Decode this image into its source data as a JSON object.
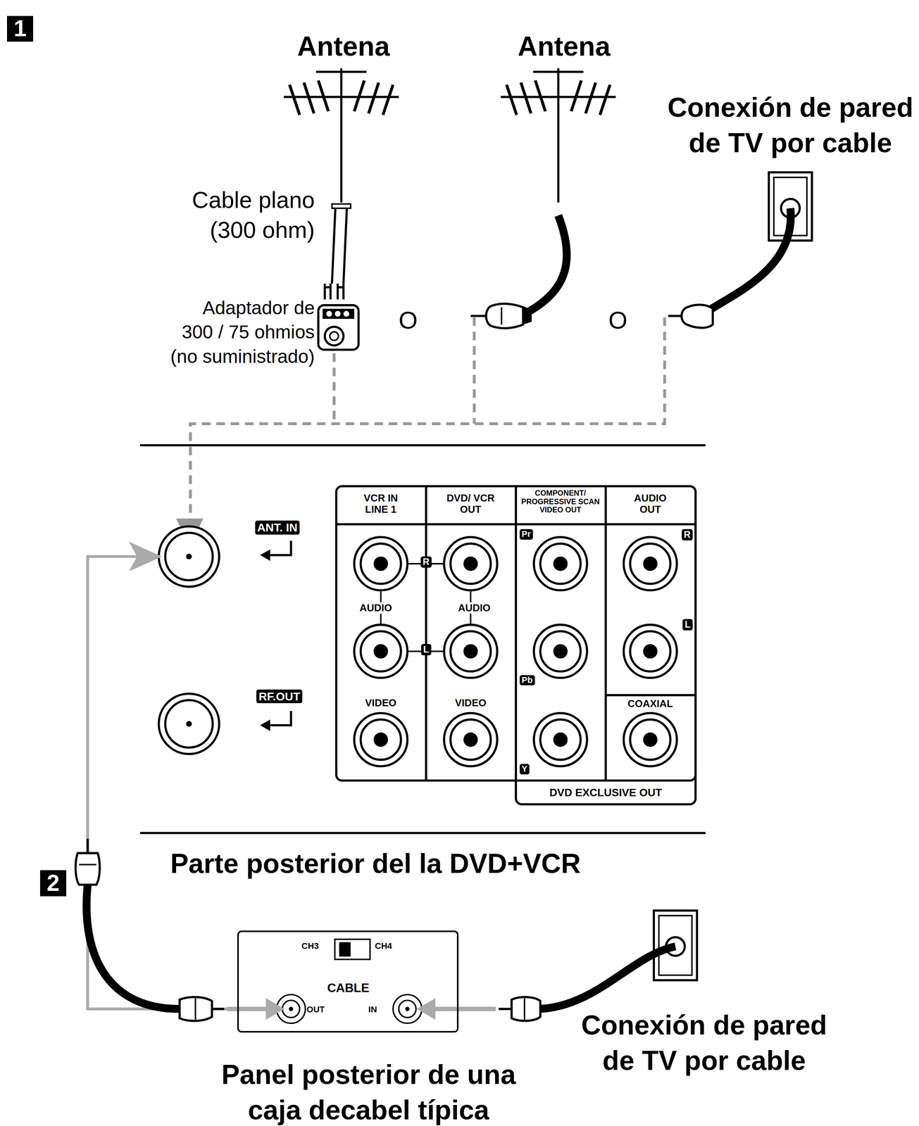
{
  "diagram": {
    "nodes": [
      {
        "text": [
          "1"
        ]
      },
      {
        "text": [
          "ANT. IN"
        ]
      },
      {
        "text": [
          "RF.OUT"
        ]
      },
      {
        "text": [
          "2"
        ]
      },
      {
        "text": [
          "CH3",
          "CH4",
          "CABLE",
          "OUT",
          "IN"
        ]
      }
    ],
    "edges": [
      {
        "from": 4,
        "to": 1,
        "arrow": "to"
      }
    ],
    "labels": [
      "Antena",
      "Antena",
      "Conexión de pared de TV por cable",
      "Cable plano (300 ohm)",
      "Adaptador de 300 / 75 ohmios (no suministrado)",
      "O",
      "O",
      "VCR IN LINE 1",
      "DVD/ VCR OUT",
      "COMPONENT/ PROGRESSIVE SCAN VIDEO OUT",
      "AUDIO OUT",
      "R",
      "AUDIO",
      "L",
      "AUDIO",
      "VIDEO",
      "VIDEO",
      "Pr",
      "Pb",
      "Y",
      "R",
      "L",
      "COAXIAL",
      "DVD EXCLUSIVE OUT",
      "Parte posterior del la DVD+VCR",
      "Conexión de pared de TV por cable",
      "Panel posterior de una caja decabel típica"
    ]
  }
}
